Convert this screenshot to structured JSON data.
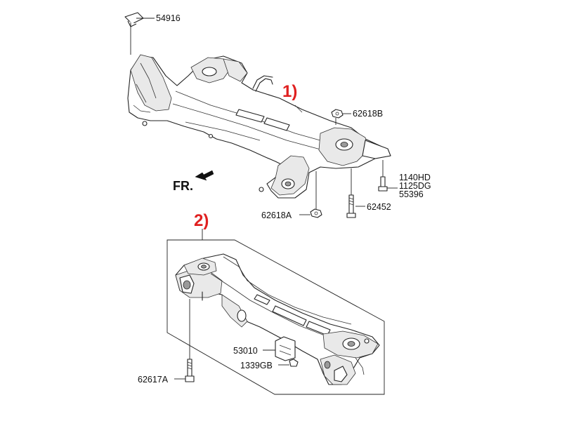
{
  "markers": {
    "front_subframe": "1)",
    "rear_subframe": "2)",
    "color": "#e02020"
  },
  "direction_indicator": {
    "label": "FR."
  },
  "part_numbers": {
    "p54916": "54916",
    "p62618B": "62618B",
    "p1140HD": "1140HD",
    "p1125DG": "1125DG",
    "p55396": "55396",
    "p62452": "62452",
    "p62618A": "62618A",
    "p53010": "53010",
    "p1339GB": "1339GB",
    "p62617A": "62617A"
  }
}
